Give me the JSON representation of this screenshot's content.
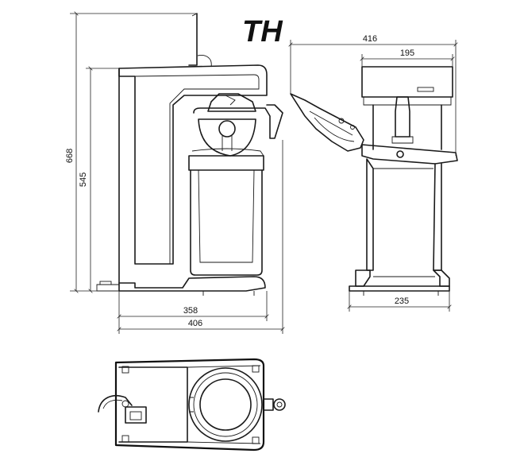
{
  "model": {
    "title": "TH"
  },
  "dimensions": {
    "height_total": "668",
    "height_body": "545",
    "depth_base": "358",
    "depth_total": "406",
    "width_open": "416",
    "width_top": "195",
    "width_base": "235"
  },
  "colors": {
    "line": "#1a1a1a",
    "background": "#ffffff"
  }
}
